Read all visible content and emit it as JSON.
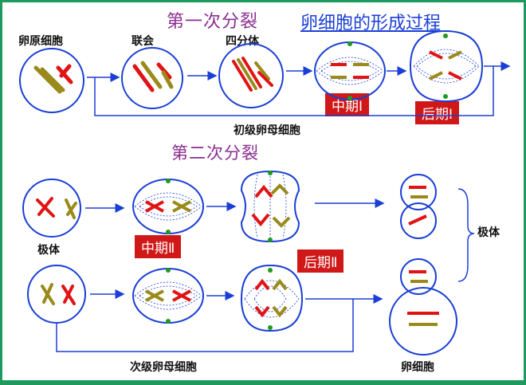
{
  "title": "卵细胞的形成过程",
  "first_division": {
    "heading": "第一次分裂",
    "labels": [
      "卵原细胞",
      "联会",
      "四分体"
    ],
    "bottom_label": "初级卵母细胞",
    "badges": [
      "中期Ⅰ",
      "后期Ⅰ"
    ]
  },
  "second_division": {
    "heading": "第二次分裂",
    "label_polar_body": "极体",
    "label_polar_bodies": "极体",
    "badges": [
      "中期Ⅱ",
      "后期Ⅱ"
    ],
    "bottom_label": "次级卵母细胞",
    "egg_label": "卵细胞"
  },
  "colors": {
    "cell_outline": "#1b3fd6",
    "arrow": "#1b3fd6",
    "chromosome_red": "#e01414",
    "chromosome_olive": "#9a8a1a",
    "badge_bg": "#d01818",
    "heading": "#8a2d8f"
  }
}
